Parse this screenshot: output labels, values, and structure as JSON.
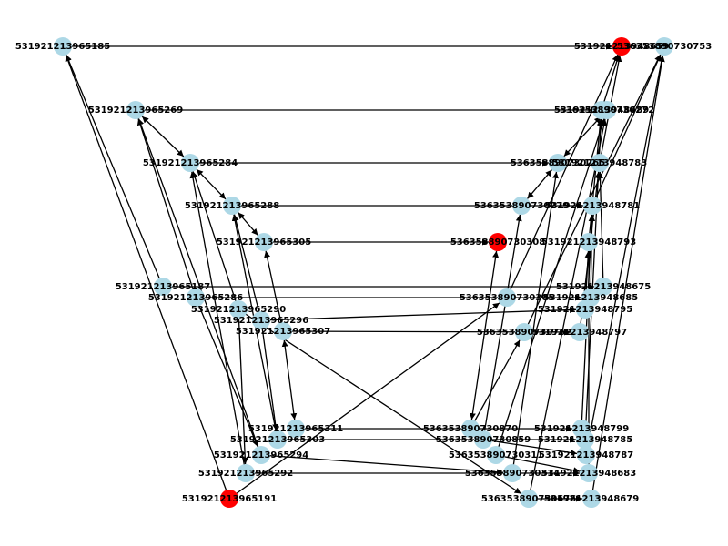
{
  "graph": {
    "colors": {
      "default_node": "#add8e6",
      "highlight_node": "#ff0000",
      "edge": "#000000",
      "label": "#000000"
    },
    "nodes": [
      {
        "id": "L185",
        "label": "531921213965185",
        "highlight": false
      },
      {
        "id": "L269",
        "label": "531921213965269",
        "highlight": false
      },
      {
        "id": "L284",
        "label": "531921213965284",
        "highlight": false
      },
      {
        "id": "L288",
        "label": "531921213965288",
        "highlight": false
      },
      {
        "id": "L305",
        "label": "531921213965305",
        "highlight": false
      },
      {
        "id": "L187",
        "label": "531921213965187",
        "highlight": false
      },
      {
        "id": "L286",
        "label": "531921213965286",
        "highlight": false
      },
      {
        "id": "L290",
        "label": "531921213965290",
        "highlight": false
      },
      {
        "id": "L296",
        "label": "531921213965296",
        "highlight": false
      },
      {
        "id": "L307",
        "label": "531921213965307",
        "highlight": false
      },
      {
        "id": "L311",
        "label": "531921213965311",
        "highlight": false
      },
      {
        "id": "L303",
        "label": "531921213965303",
        "highlight": false
      },
      {
        "id": "L294",
        "label": "531921213965294",
        "highlight": false
      },
      {
        "id": "L292",
        "label": "531921213965292",
        "highlight": false
      },
      {
        "id": "L191",
        "label": "531921213965191",
        "highlight": true
      },
      {
        "id": "M308",
        "label": "536353890730308",
        "highlight": true
      },
      {
        "id": "M272",
        "label": "536353890730272",
        "highlight": false
      },
      {
        "id": "M265",
        "label": "536353890730265",
        "highlight": false
      },
      {
        "id": "M279",
        "label": "536353890730279",
        "highlight": false
      },
      {
        "id": "M870",
        "label": "536353890730870",
        "highlight": false
      },
      {
        "id": "M859",
        "label": "536353890730859",
        "highlight": false
      },
      {
        "id": "M311",
        "label": "536353890730311",
        "highlight": false
      },
      {
        "id": "M314",
        "label": "536353890730314",
        "highlight": false
      },
      {
        "id": "M676",
        "label": "536353890730676",
        "highlight": false
      },
      {
        "id": "M305",
        "label": "536353890730305",
        "highlight": false
      },
      {
        "id": "M762",
        "label": "536353890730762",
        "highlight": false
      },
      {
        "id": "R659",
        "label": "531921213948659",
        "highlight": true
      },
      {
        "id": "R753",
        "label": "536353890730753",
        "highlight": false
      },
      {
        "id": "R689",
        "label": "531921213948689",
        "highlight": false
      },
      {
        "id": "R783",
        "label": "531921213948783",
        "highlight": false
      },
      {
        "id": "R781",
        "label": "531921213948781",
        "highlight": false
      },
      {
        "id": "R793",
        "label": "531921213948793",
        "highlight": false
      },
      {
        "id": "R675",
        "label": "531921213948675",
        "highlight": false
      },
      {
        "id": "R685",
        "label": "531921213948685",
        "highlight": false
      },
      {
        "id": "R795",
        "label": "531921213948795",
        "highlight": false
      },
      {
        "id": "R797",
        "label": "531921213948797",
        "highlight": false
      },
      {
        "id": "R799",
        "label": "531921213948799",
        "highlight": false
      },
      {
        "id": "R785",
        "label": "531921213948785",
        "highlight": false
      },
      {
        "id": "R787",
        "label": "531921213948787",
        "highlight": false
      },
      {
        "id": "R683",
        "label": "531921213948683",
        "highlight": false
      },
      {
        "id": "R679",
        "label": "531921213948679",
        "highlight": false
      }
    ],
    "edges": [
      [
        "L185",
        "R659",
        false
      ],
      [
        "L187",
        "L185",
        false
      ],
      [
        "L191",
        "L185",
        false
      ],
      [
        "L191",
        "M305",
        false
      ],
      [
        "L269",
        "L284",
        true
      ],
      [
        "L269",
        "M272",
        false
      ],
      [
        "L286",
        "L269",
        false
      ],
      [
        "L294",
        "L269",
        false
      ],
      [
        "L284",
        "L288",
        true
      ],
      [
        "L284",
        "M265",
        false
      ],
      [
        "L290",
        "L284",
        false
      ],
      [
        "L292",
        "L284",
        false
      ],
      [
        "L288",
        "L305",
        true
      ],
      [
        "L288",
        "R781",
        false
      ],
      [
        "L296",
        "L288",
        false
      ],
      [
        "L303",
        "L288",
        false
      ],
      [
        "L305",
        "M308",
        false
      ],
      [
        "L307",
        "L305",
        false
      ],
      [
        "L311",
        "L307",
        true
      ],
      [
        "L187",
        "R675",
        false
      ],
      [
        "L286",
        "R685",
        false
      ],
      [
        "L290",
        "M676",
        false
      ],
      [
        "L296",
        "R795",
        false
      ],
      [
        "L307",
        "R797",
        false
      ],
      [
        "L311",
        "R799",
        false
      ],
      [
        "L303",
        "R785",
        false
      ],
      [
        "L294",
        "M314",
        false
      ],
      [
        "L292",
        "R683",
        false
      ],
      [
        "L290",
        "L292",
        false
      ],
      [
        "L286",
        "L294",
        false
      ],
      [
        "L296",
        "L303",
        false
      ],
      [
        "M870",
        "M308",
        true
      ],
      [
        "M859",
        "M279",
        false
      ],
      [
        "M311",
        "M272",
        false
      ],
      [
        "M314",
        "M265",
        false
      ],
      [
        "M676",
        "M272",
        false
      ],
      [
        "M305",
        "R659",
        false
      ],
      [
        "M762",
        "R753",
        false
      ],
      [
        "M279",
        "M265",
        true
      ],
      [
        "M265",
        "M272",
        true
      ],
      [
        "R689",
        "R659",
        false
      ],
      [
        "R783",
        "R659",
        false
      ],
      [
        "R781",
        "R753",
        false
      ],
      [
        "R793",
        "R689",
        false
      ],
      [
        "R675",
        "R783",
        false
      ],
      [
        "R685",
        "R781",
        false
      ],
      [
        "R795",
        "R793",
        false
      ],
      [
        "R797",
        "R783",
        false
      ],
      [
        "R799",
        "R781",
        false
      ],
      [
        "R785",
        "R689",
        false
      ],
      [
        "R787",
        "R753",
        false
      ],
      [
        "R683",
        "R793",
        false
      ],
      [
        "R679",
        "R753",
        false
      ],
      [
        "M870",
        "M762",
        false
      ],
      [
        "M859",
        "R787",
        false
      ],
      [
        "M311",
        "R683",
        false
      ],
      [
        "M676",
        "R679",
        false
      ]
    ]
  }
}
